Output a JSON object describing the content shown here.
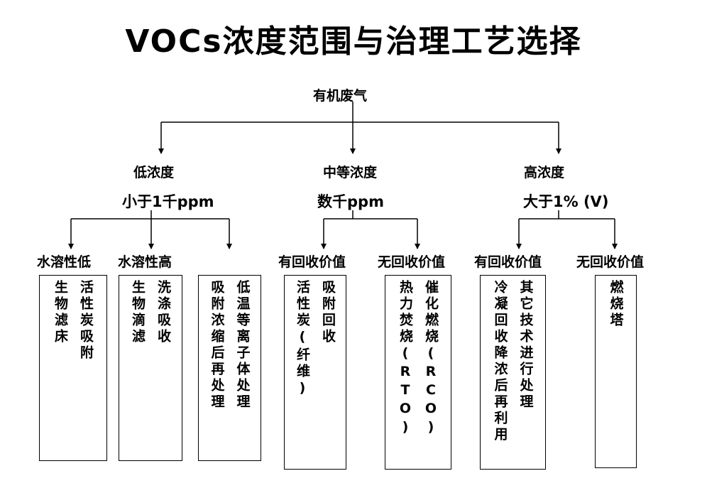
{
  "title": "VOCs浓度范围与治理工艺选择",
  "root": "有机废气",
  "levels": [
    {
      "name": "低浓度",
      "range": "小于1千ppm"
    },
    {
      "name": "中等浓度",
      "range": "数千ppm"
    },
    {
      "name": "高浓度",
      "range": "大于1% (V)"
    }
  ],
  "subcategories": [
    "水溶性低",
    "水溶性高",
    "有回收价值",
    "无回收价值",
    "有回收价值",
    "无回收价值"
  ],
  "boxes": [
    {
      "cols": [
        "活性炭吸附",
        "生物滤床"
      ]
    },
    {
      "cols": [
        "洗涤吸收",
        "生物滴滤"
      ]
    },
    {
      "cols": [
        "低温等离子体处理",
        "吸附浓缩后再处理"
      ]
    },
    {
      "cols": [
        "吸附回收",
        "活性炭(纤维)"
      ]
    },
    {
      "cols": [
        "催化燃烧(RCO)",
        "热力焚烧(RTO)"
      ]
    },
    {
      "cols": [
        "其它技术进行处理",
        "冷凝回收降浓后再利用"
      ]
    },
    {
      "cols": [
        "燃烧塔"
      ]
    }
  ]
}
